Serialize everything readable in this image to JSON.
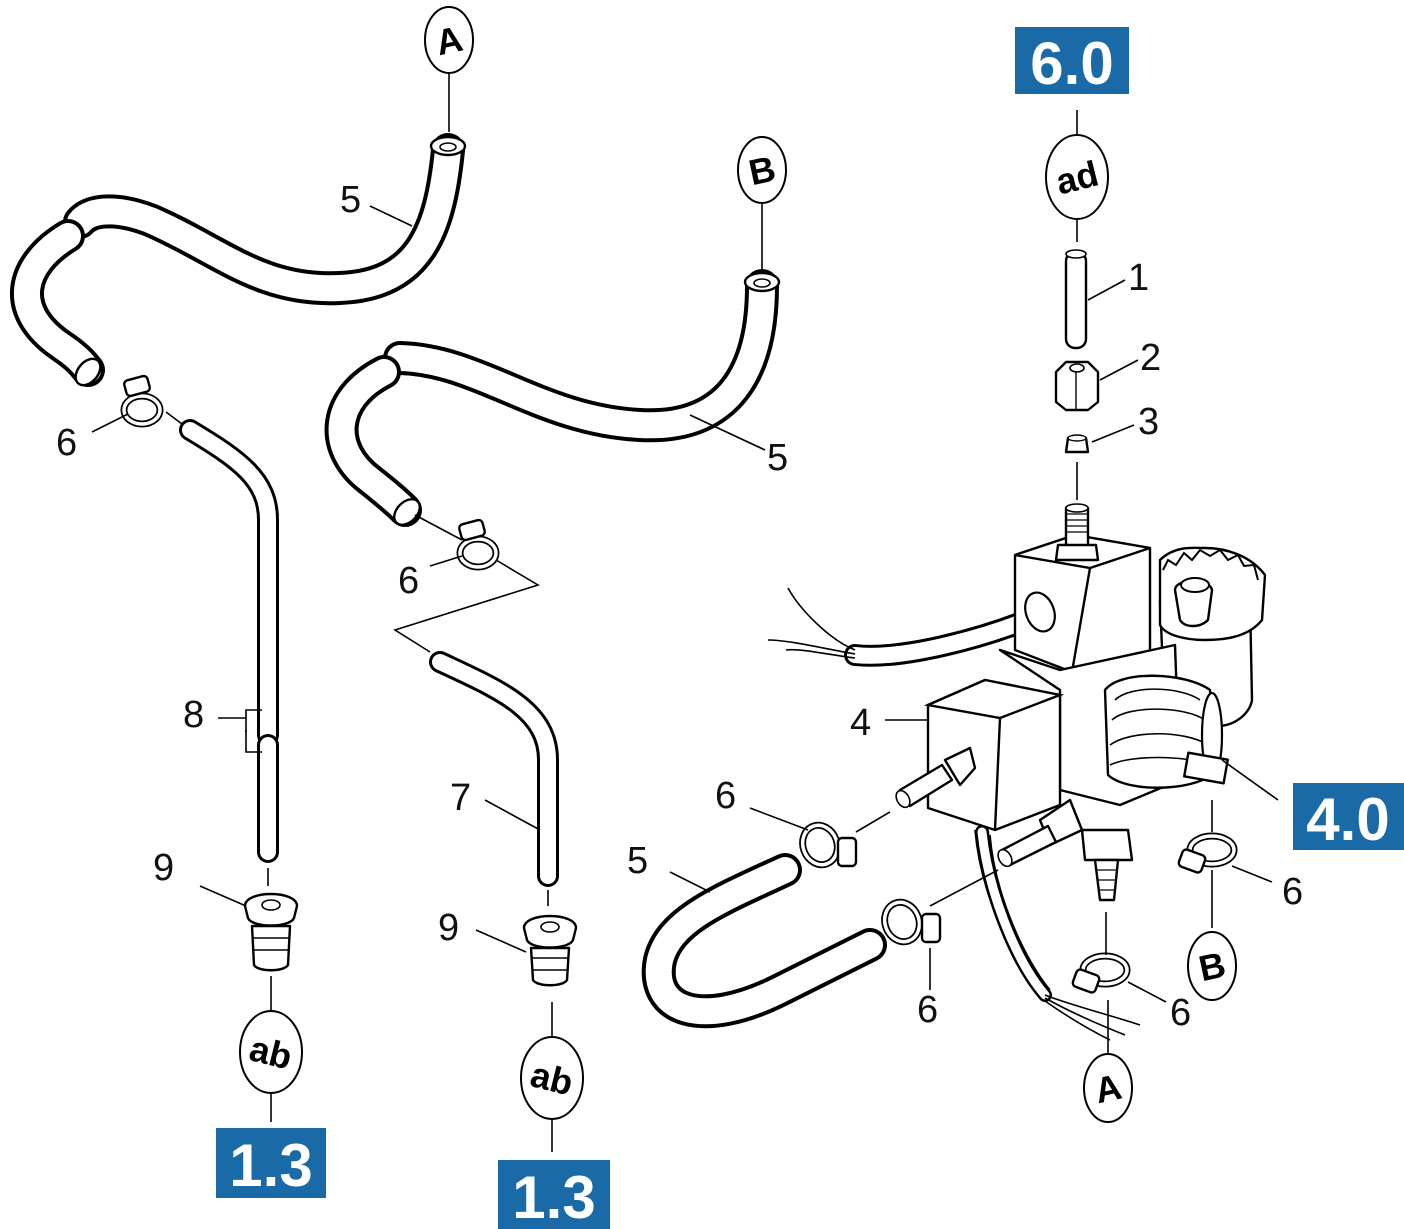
{
  "colors": {
    "ref_box": "#1a6aa8",
    "ink": "#000000",
    "paper": "#ffffff"
  },
  "connector_labels": {
    "a_top": "A",
    "b_top": "B",
    "ad": "ad",
    "ab_left": "ab",
    "ab_mid": "ab",
    "b_bottom": "B",
    "a_bottom": "A"
  },
  "reference_boxes": {
    "top_right": "6.0",
    "right": "4.0",
    "bottom_left": "1.3",
    "bottom_mid": "1.3"
  },
  "part_numbers": {
    "hose_5_top_left": "5",
    "hose_5_mid": "5",
    "hose_5_bottom": "5",
    "clamp_6_left": "6",
    "clamp_6_mid": "6",
    "clamp_6_valve_left": "6",
    "clamp_6_valve_bottom": "6",
    "clamp_6_right": "6",
    "clamp_6_bottom_right": "6",
    "tube_1": "1",
    "nut_2": "2",
    "ring_3": "3",
    "valve_4": "4",
    "pipe_7": "7",
    "joint_8": "8",
    "grommet_9_left": "9",
    "grommet_9_mid": "9"
  }
}
